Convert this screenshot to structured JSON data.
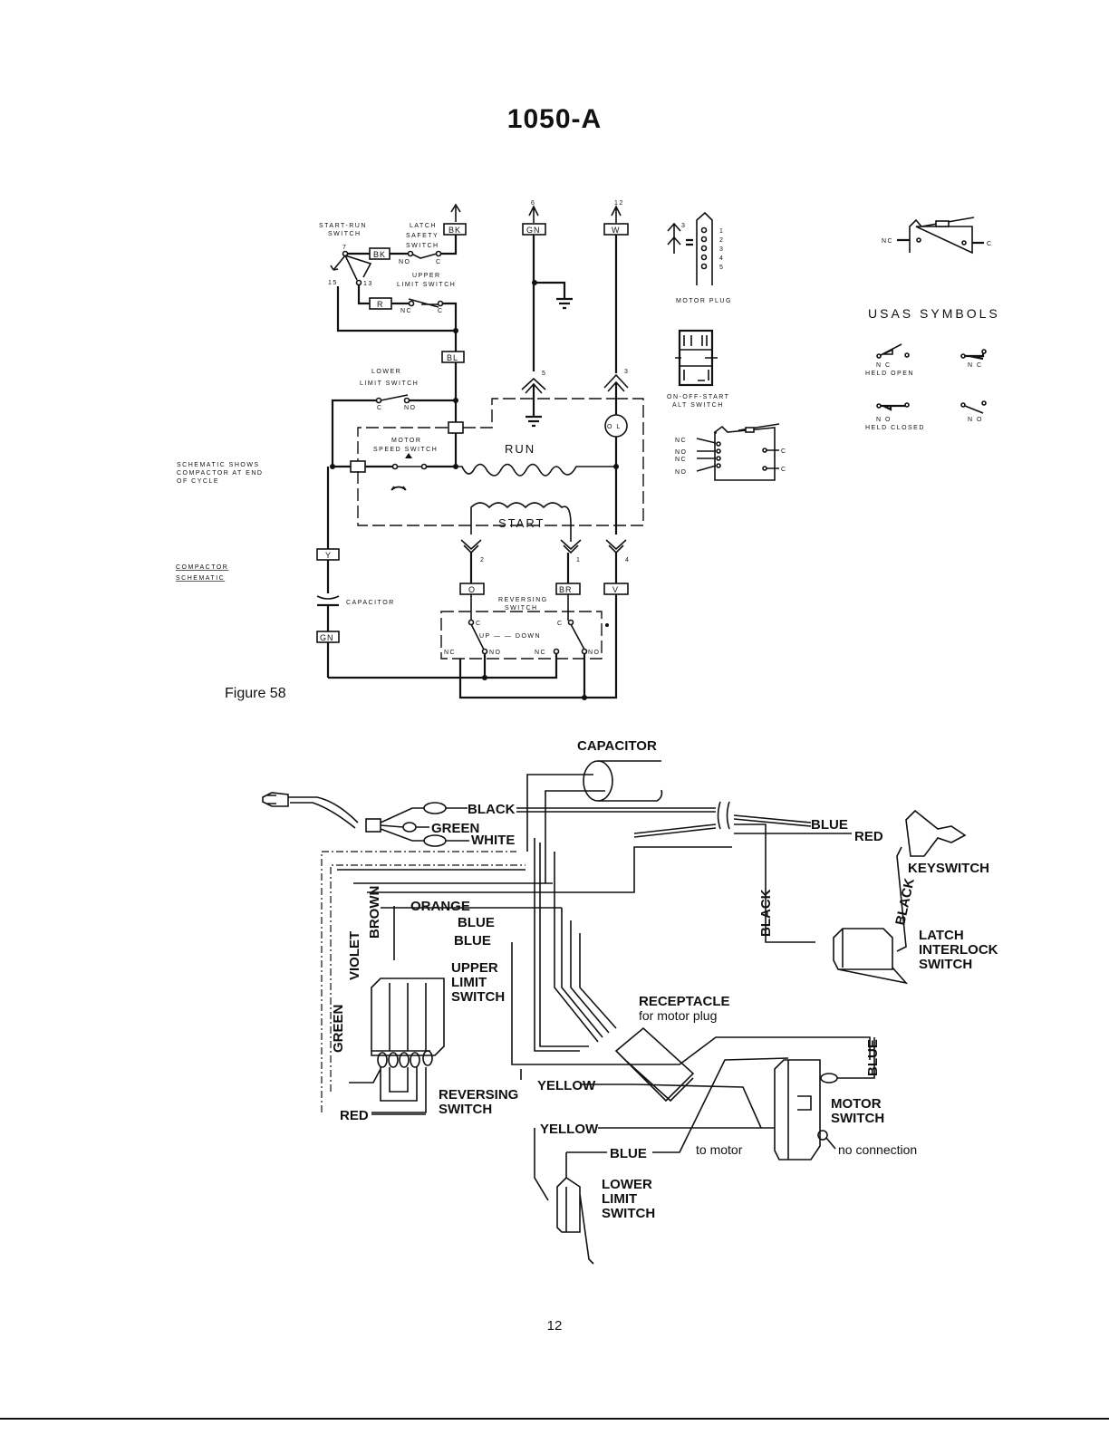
{
  "page": {
    "title": "1050-A",
    "figure_label": "Figure 58",
    "page_number": "12"
  },
  "schematic": {
    "title_lines": [
      "COMPACTOR",
      "SCHEMATIC"
    ],
    "note_lines": [
      "SCHEMATIC SHOWS",
      "COMPACTOR AT END",
      "OF CYCLE"
    ],
    "start_run_switch": [
      "START-RUN",
      "SWITCH"
    ],
    "latch_safety_switch": [
      "LATCH",
      "SAFETY",
      "SWITCH"
    ],
    "upper_limit_switch": [
      "UPPER",
      "LIMIT SWITCH"
    ],
    "lower_limit_switch": [
      "LOWER",
      "LIMIT SWITCH"
    ],
    "motor_speed_switch": [
      "MOTOR",
      "SPEED SWITCH"
    ],
    "run_winding": "RUN",
    "start_winding": "START",
    "overload": "O L",
    "capacitor": "CAPACITOR",
    "reversing_switch": [
      "REVERSING",
      "SWITCH"
    ],
    "reversing_direction": "UP — — DOWN",
    "wire_tags": {
      "bk1": "BK",
      "bk2": "BK",
      "r": "R",
      "bl": "BL",
      "gn": "GN",
      "w": "W",
      "y_cap": "Y",
      "gn_cap": "GN",
      "o": "O",
      "br": "BR",
      "v": "V"
    },
    "contact_labels": {
      "no": "NO",
      "nc": "NC",
      "c": "C"
    },
    "pin_numbers": {
      "gn_top": "6",
      "w_top": "12",
      "left_pin": "2",
      "mid_pin": "1",
      "right_pin": "4",
      "gnd_pin": "5",
      "ol_pin": "3",
      "srs_7": "7",
      "srs_13": "13",
      "srs_15": "15"
    }
  },
  "symbols": {
    "motor_plug": "MOTOR PLUG",
    "motor_plug_pins": [
      "1",
      "2",
      "3",
      "4",
      "5"
    ],
    "on_off_switch": [
      "ON-OFF-START",
      "ALT SWITCH"
    ],
    "usas_title": "USAS SYMBOLS",
    "usas_items": [
      {
        "label": "N C",
        "sub": "HELD OPEN"
      },
      {
        "label": "N C",
        "sub": ""
      },
      {
        "label": "N O",
        "sub": "HELD CLOSED"
      },
      {
        "label": "N O",
        "sub": ""
      }
    ],
    "limit_switch_labels": [
      "NC",
      "C"
    ],
    "dual_switch_labels": [
      "NC",
      "NO",
      "NC",
      "NO",
      "C",
      "C"
    ]
  },
  "wiring": {
    "labels": {
      "capacitor": "CAPACITOR",
      "black": "BLACK",
      "green": "GREEN",
      "white": "WHITE",
      "blue_key": "BLUE",
      "red_key": "RED",
      "keyswitch": "KEYSWITCH",
      "black_left": "BLACK",
      "black_right": "BLACK",
      "latch_interlock": [
        "LATCH",
        "INTERLOCK",
        "SWITCH"
      ],
      "brown": "BROWN",
      "orange": "ORANGE",
      "blue1": "BLUE",
      "blue2": "BLUE",
      "violet": "VIOLET",
      "green_v": "GREEN",
      "upper_limit": [
        "UPPER",
        "LIMIT",
        "SWITCH"
      ],
      "receptacle": "RECEPTACLE",
      "receptacle_sub": "for motor plug",
      "yellow1": "YELLOW",
      "yellow2": "YELLOW",
      "reversing": [
        "REVERSING",
        "SWITCH"
      ],
      "red": "RED",
      "blue_motor": "BLUE",
      "motor_switch": [
        "MOTOR",
        "SWITCH"
      ],
      "blue_lower": "BLUE",
      "to_motor": "to motor",
      "no_connection": "no connection",
      "lower_limit": [
        "LOWER",
        "LIMIT",
        "SWITCH"
      ]
    }
  }
}
